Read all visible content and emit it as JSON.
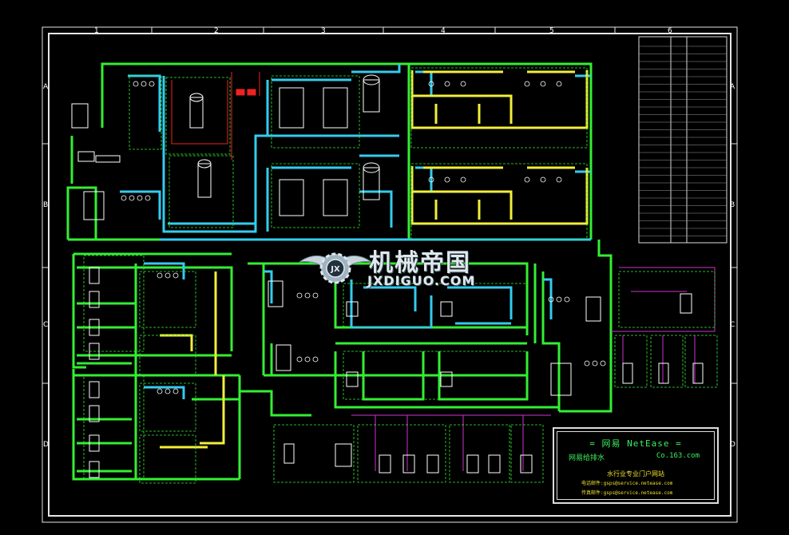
{
  "grid": {
    "top_numbers": [
      "1",
      "2",
      "3",
      "4",
      "5",
      "6"
    ],
    "side_letters": [
      "A",
      "B",
      "C",
      "D"
    ]
  },
  "watermark": {
    "title": "机械帝国",
    "url": "JXDIGUO.COM",
    "badge_text": "JX"
  },
  "title_block": {
    "line1": "=  网易  NetEase  =",
    "left_text": "网易给排水",
    "right_text": "Co.163.com",
    "subtitle": "水行业专业门户网站",
    "line4": "电话邮件:gsps@service.netease.com",
    "line5": "传真邮件:gsps@service.netease.com"
  },
  "colors": {
    "background": "#000000",
    "frame": "#e6e6e6",
    "pipe_green": "#33ee33",
    "pipe_cyan": "#33ccee",
    "pipe_yellow": "#f2ee3a",
    "pipe_magenta": "#cc33cc",
    "pipe_red": "#ee2222",
    "annotation_white": "#ffffff"
  }
}
